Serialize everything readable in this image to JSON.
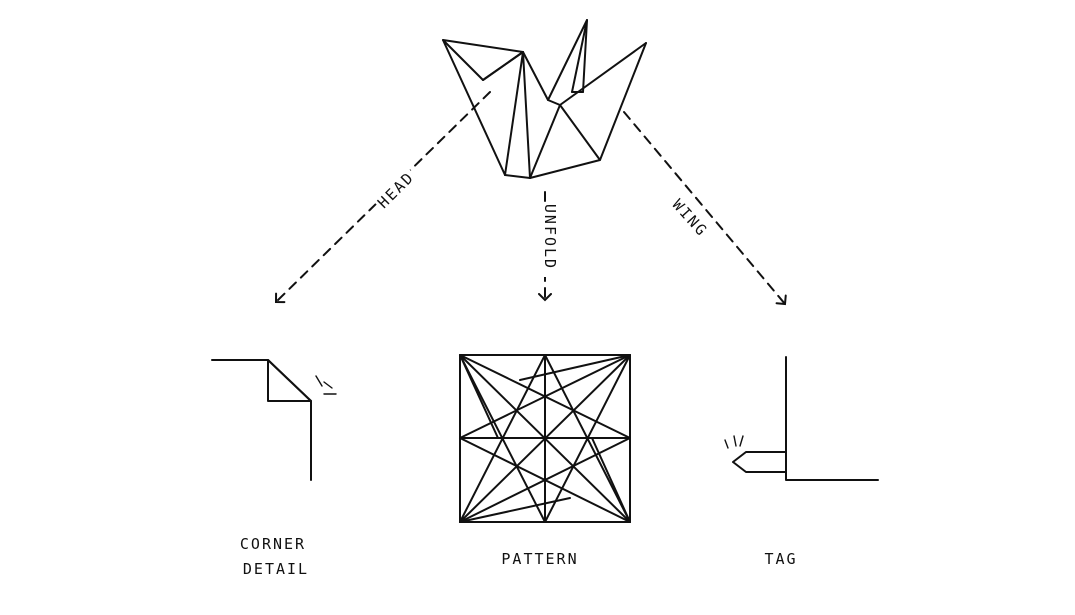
{
  "arrows": {
    "head": "HEAD",
    "unfold": "UNFOLD",
    "wing": "WING"
  },
  "captions": {
    "corner_line1": "CORNER",
    "corner_line2": "DETAIL",
    "pattern": "PATTERN",
    "tag": "TAG"
  },
  "colors": {
    "ink": "#111111",
    "background": "#ffffff"
  }
}
